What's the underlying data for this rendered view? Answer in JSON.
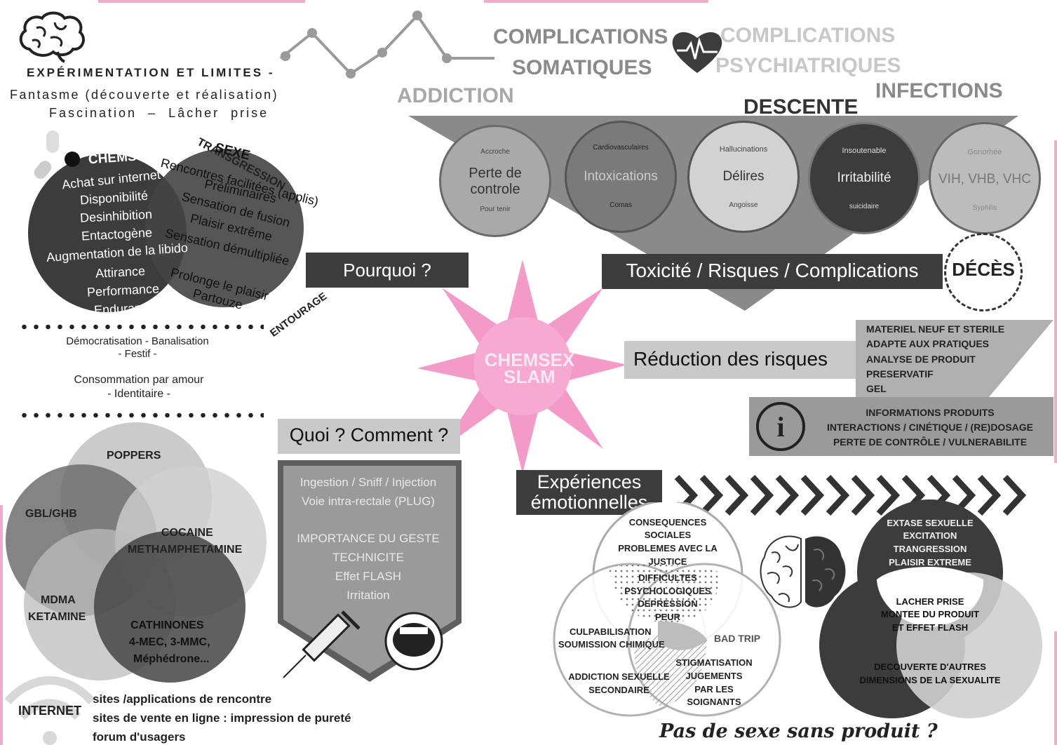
{
  "colors": {
    "pink": "#f2a9cb",
    "star_pink": "#f49ac8",
    "dark": "#3c3c3c",
    "mid": "#808080",
    "light": "#c9c9c9"
  },
  "top_left": {
    "title": "EXPÉRIMENTATION ET LIMITES -",
    "line1": "Fantasme (découverte et réalisation)",
    "line2": "Fascination  –  Lâcher  prise"
  },
  "top_words": {
    "comp_soma_1": "COMPLICATIONS",
    "comp_soma_2": "SOMATIQUES",
    "comp_psy_1": "COMPLICATIONS",
    "comp_psy_2": "PSYCHIATRIQUES",
    "addiction": "ADDICTION",
    "infections": "INFECTIONS",
    "descente": "DESCENTE"
  },
  "venn_top": {
    "transgression": "TRANSGRESSION",
    "entourage": "ENTOURAGE",
    "chems_title": "CHEMS",
    "sexe_title": "SEXE",
    "chems_items": [
      "Achat sur internet",
      "Disponibilité",
      "Desinhibition",
      "Entactogène",
      "Augmentation de la libido",
      "Attirance",
      "Performance",
      "Endurance"
    ],
    "sexe_items": [
      "Rencontres facilitées (applis)",
      "Préliminaires",
      "Sensation de fusion",
      "Plaisir extrême",
      "Sensation démultipliée",
      "Prolonge le plaisir",
      "Partouze"
    ]
  },
  "social": {
    "line1": "Démocratisation - Banalisation",
    "line2": "- Festif -",
    "line3": "Consommation par amour",
    "line4": "- Identitaire -"
  },
  "labels": {
    "pourquoi": "Pourquoi ?",
    "toxicite": "Toxicité / Risques / Complications",
    "deces": "DÉCÈS",
    "reduction": "Réduction des risques",
    "quoi": "Quoi ? Comment ?",
    "experiences_1": "Expériences",
    "experiences_2": "émotionnelles",
    "center_1": "CHEMSEX",
    "center_2": "SLAM",
    "no_sex": "Pas de sexe sans produit ?"
  },
  "complication_circles": [
    {
      "top": "Accroche",
      "main": "Perte de controle",
      "bottom": "Pour tenir"
    },
    {
      "top": "Cardiovasculaires",
      "main": "Intoxications",
      "bottom": "Comas"
    },
    {
      "top": "Hallucinations",
      "main": "Délires",
      "bottom": "Angoisse"
    },
    {
      "top": "Insoutenable",
      "main": "Irritabilité",
      "bottom": "suicidaire"
    },
    {
      "top": "Gonorhée",
      "main": "VIH, VHB, VHC",
      "bottom": "Syphilis"
    }
  ],
  "rdr_items": [
    "MATERIEL NEUF ET STERILE",
    "ADAPTE AUX PRATIQUES",
    "ANALYSE DE PRODUIT",
    "PRESERVATIF",
    "GEL"
  ],
  "info_items": [
    "INFORMATIONS PRODUITS",
    "INTERACTIONS / CINÉTIQUE / (RE)DOSAGE",
    "PERTE DE CONTRÔLE /  VULNERABILITE"
  ],
  "products": {
    "poppers": "POPPERS",
    "gbl": "GBL/GHB",
    "cocaine_1": "COCAINE",
    "cocaine_2": "METHAMPHETAMINE",
    "mdma_1": "MDMA",
    "mdma_2": "KETAMINE",
    "cath_1": "CATHINONES",
    "cath_2": "4-MEC, 3-MMC,",
    "cath_3": "Méphédrone..."
  },
  "quoi_items": [
    "Ingestion / Sniff / Injection",
    "Voie intra-rectale (PLUG)",
    "",
    "IMPORTANCE DU GESTE",
    "TECHNICITE",
    "Effet FLASH",
    "Irritation"
  ],
  "internet": {
    "title": "INTERNET",
    "items": [
      "sites /applications de rencontre",
      "sites de vente en ligne : impression de pureté",
      "forum d'usagers"
    ]
  },
  "emo_venn": {
    "top": [
      "CONSEQUENCES",
      "SOCIALES",
      "PROBLEMES AVEC LA",
      "JUSTICE"
    ],
    "center": [
      "DIFFICULTES",
      "PSYCHOLOGIQUES",
      "DEPRESSION",
      "PEUR"
    ],
    "left": [
      "CULPABILISATION",
      "SOUMISSION CHIMIQUE"
    ],
    "badtrip": "BAD TRIP",
    "bottom_left": [
      "ADDICTION SEXUELLE",
      "SECONDAIRE"
    ],
    "bottom_right": [
      "STIGMATISATION",
      "JUGEMENTS",
      "PAR LES",
      "SOIGNANTS"
    ]
  },
  "pos_venn": {
    "top": [
      "EXTASE SEXUELLE",
      "EXCITATION",
      "TRANGRESSION",
      "PLAISIR EXTREME"
    ],
    "center": [
      "LACHER PRISE",
      "MONTEE DU PRODUIT",
      "ET EFFET FLASH"
    ],
    "bottom": [
      "DECOUVERTE D'AUTRES",
      "DIMENSIONS DE LA SEXUALITE"
    ]
  }
}
